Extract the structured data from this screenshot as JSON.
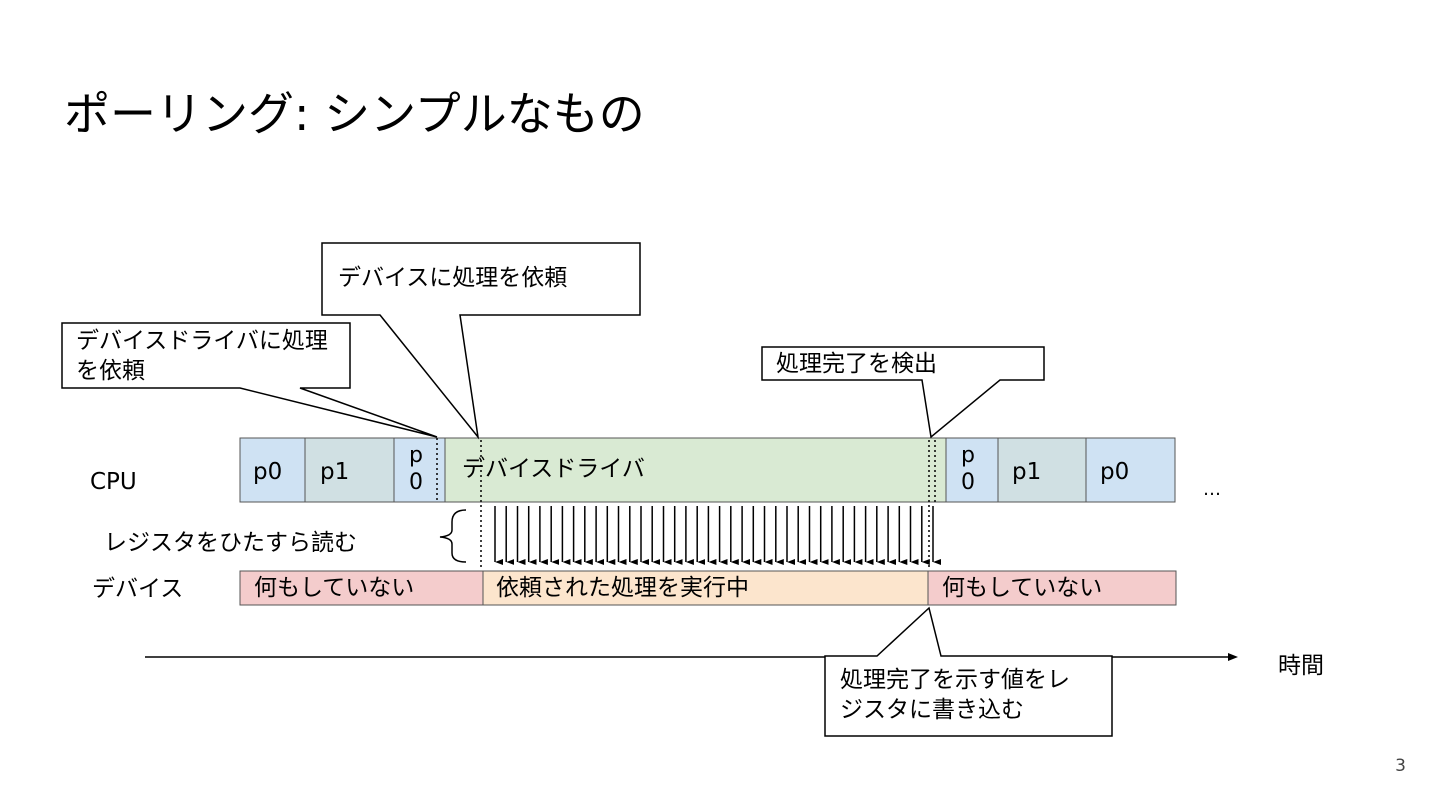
{
  "title": "ポーリング: シンプルなもの",
  "rows": {
    "cpu_label": "CPU",
    "read_label": "レジスタをひたすら読む",
    "device_label": "デバイス"
  },
  "cpu_segments": [
    {
      "label": "p0",
      "color": "#cfe2f3"
    },
    {
      "label": "p1",
      "color": "#d0e0e3"
    },
    {
      "label": "p\n0",
      "color": "#cfe2f3"
    },
    {
      "label": "デバイスドライバ",
      "color": "#d9ead3"
    },
    {
      "label": "p\n0",
      "color": "#cfe2f3"
    },
    {
      "label": "p1",
      "color": "#d0e0e3"
    },
    {
      "label": "p0",
      "color": "#cfe2f3"
    }
  ],
  "cpu_continuation": "…",
  "device_segments": [
    {
      "label": "何もしていない",
      "color": "#f4cccc"
    },
    {
      "label": "依頼された処理を実行中",
      "color": "#fce5cd"
    },
    {
      "label": "何もしていない",
      "color": "#f4cccc"
    }
  ],
  "callouts": {
    "driver_request": "デバイスドライバに処理を依頼",
    "device_request": "デバイスに処理を依頼",
    "detect_done": "処理完了を検出",
    "write_register": "処理完了を示す値をレジスタに書き込む"
  },
  "time_label": "時間",
  "page_number": "3",
  "colors": {
    "border": "#555555",
    "line": "#000000"
  }
}
